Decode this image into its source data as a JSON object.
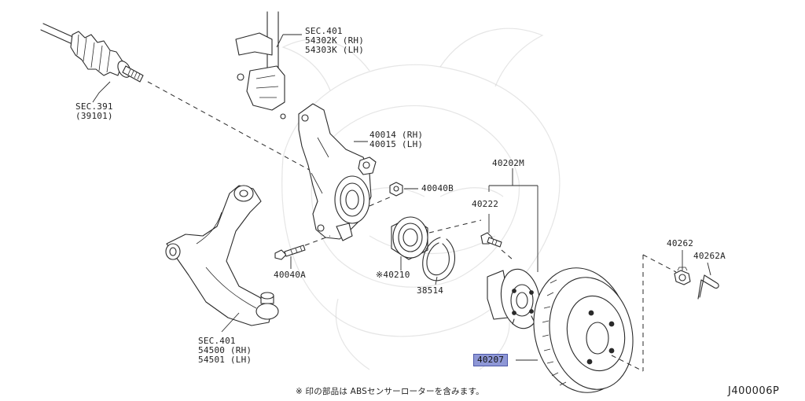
{
  "diagram": {
    "callouts": {
      "sec391": {
        "line1": "SEC.391",
        "line2": "(39101)"
      },
      "sec401_strut": {
        "line1": "SEC.401",
        "line2": "54302K (RH)",
        "line3": "54303K (LH)"
      },
      "knuckle": {
        "line1": "40014 (RH)",
        "line2": "40015 (LH)"
      },
      "nut_40040b": "40040B",
      "bolt_40040a": "40040A",
      "bearing": "※40210",
      "snap_ring": "38514",
      "hub_assy": "40202M",
      "hub_bolt": "40222",
      "nut_40262": "40262",
      "pin_40262a": "40262A",
      "sec401_arm": {
        "line1": "SEC.401",
        "line2": "54500 (RH)",
        "line3": "54501 (LH)"
      },
      "rotor": "40207"
    },
    "footnote": "※ 印の部品は ABSセンサーローターを含みます。",
    "drawing_code": "J400006P"
  },
  "colors": {
    "highlight": "#8e97d6",
    "line": "#2a2a2a",
    "watermark": "#cfcfcf"
  }
}
